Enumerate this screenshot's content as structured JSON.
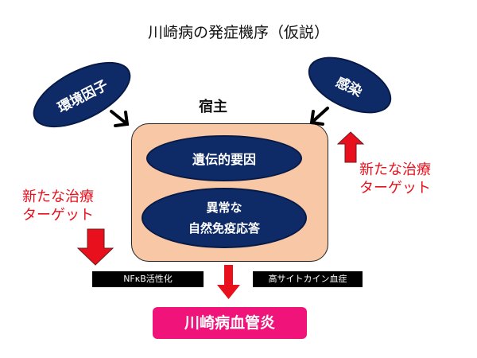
{
  "title": "川崎病の発症機序（仮説）",
  "nodes": {
    "environment": "環境因子",
    "infection": "感染",
    "host": "宿主",
    "genetic": "遺伝的要因",
    "innate_line1": "異常な",
    "innate_line2": "自然免疫応答",
    "nfkb": "NFκB活性化",
    "cytokine": "高サイトカイン血症",
    "outcome": "川崎病血管炎"
  },
  "targets": {
    "right_line1": "新たな治療",
    "right_line2": "ターゲット",
    "left_line1": "新たな治療",
    "left_line2": "ターゲット"
  },
  "colors": {
    "ellipse": "#0e2b68",
    "host_box": "#f8c7a5",
    "target_text": "#e8101c",
    "red_arrow": "#e8101c",
    "outcome_box": "#f0147a"
  }
}
